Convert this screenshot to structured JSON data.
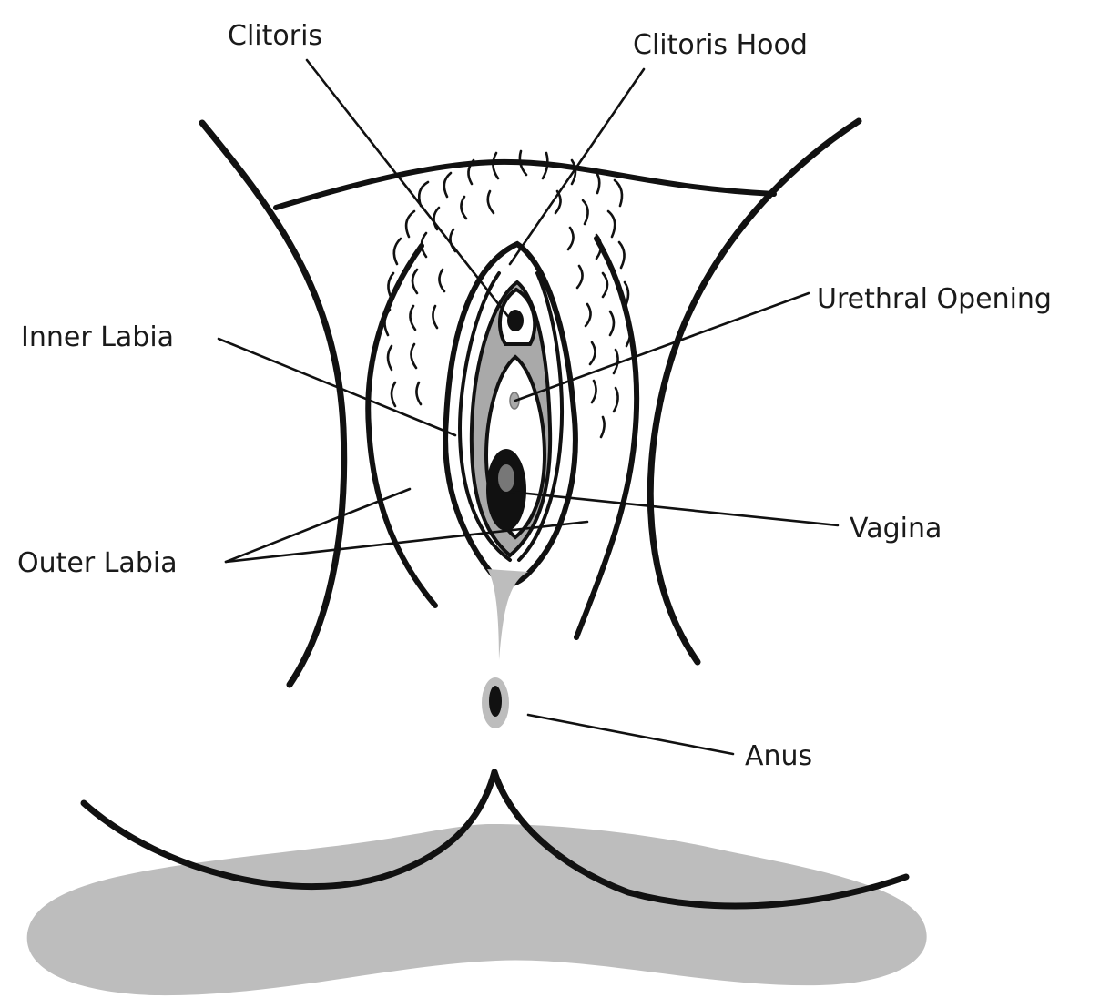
{
  "colors": {
    "ink": "#111111",
    "shadow": "#bdbdbd",
    "midtone": "#a9a9a9",
    "background": "#ffffff"
  },
  "labels": {
    "clitoris": "Clitoris",
    "clitoris_hood": "Clitoris Hood",
    "urethral_opening": "Urethral Opening",
    "inner_labia": "Inner Labia",
    "vagina": "Vagina",
    "outer_labia": "Outer Labia",
    "anus": "Anus"
  }
}
